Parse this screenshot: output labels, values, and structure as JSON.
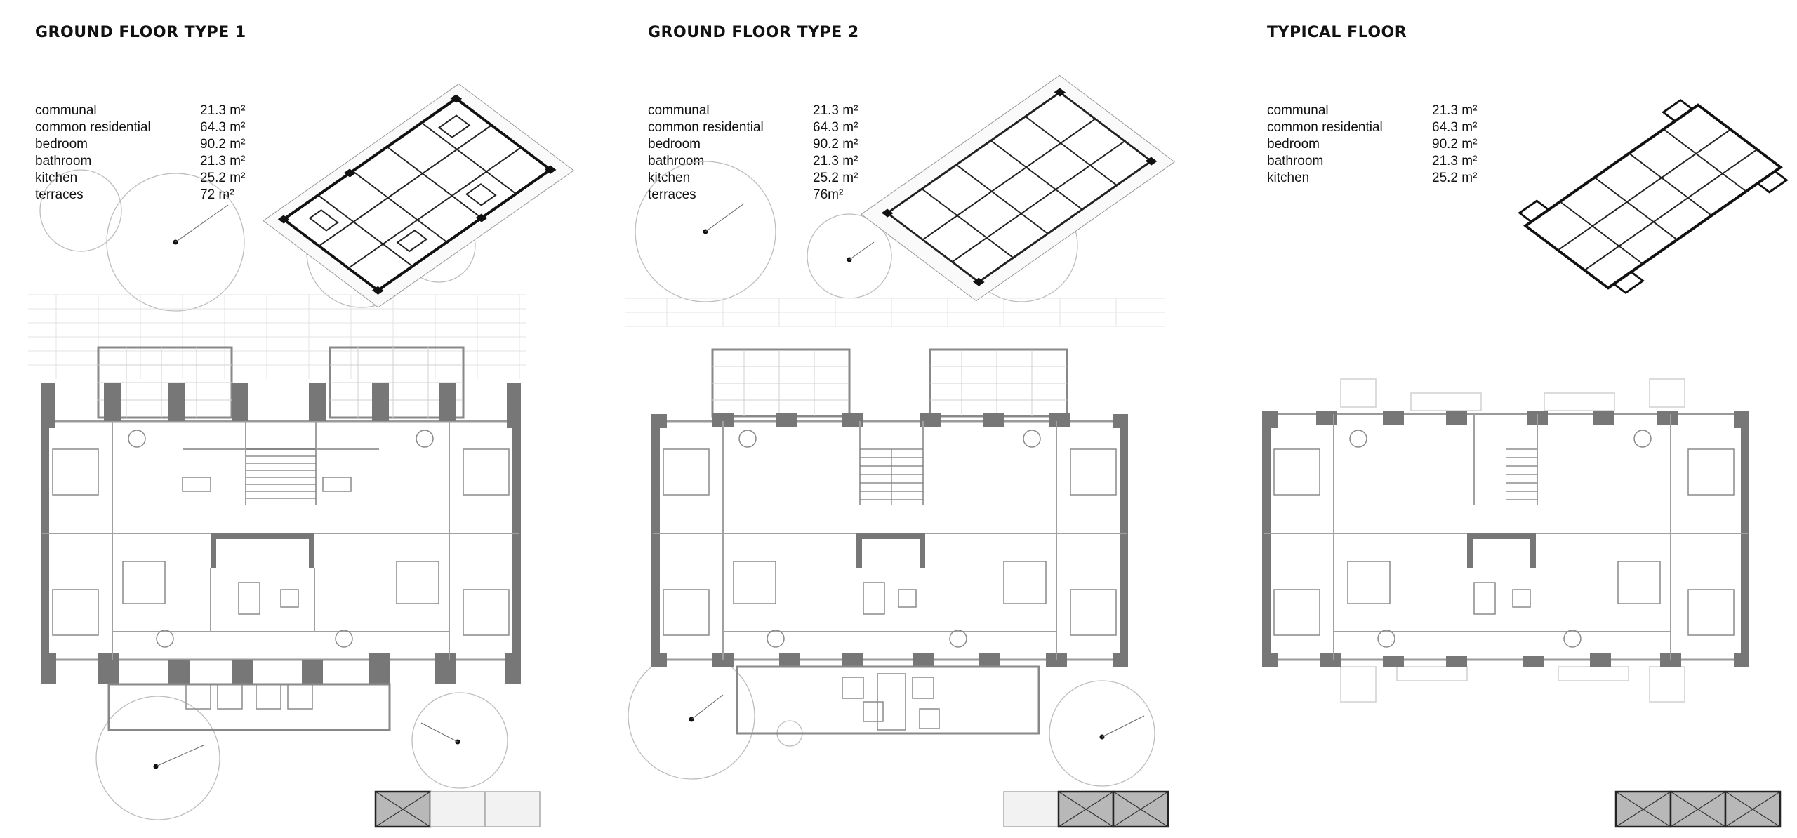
{
  "colors": {
    "wall": "#777777",
    "line": "#8a8a8a",
    "light": "#c8c8c8",
    "ink": "#111111",
    "grid": "#dcdcdc"
  },
  "panels": [
    {
      "title": "GROUND FLOOR TYPE 1",
      "areas": [
        {
          "name": "communal",
          "value": "21.3 m²"
        },
        {
          "name": "common residential",
          "value": "64.3 m²"
        },
        {
          "name": "bedroom",
          "value": "90.2 m²"
        },
        {
          "name": "bathroom",
          "value": "21.3 m²"
        },
        {
          "name": "kitchen",
          "value": "25.2 m²"
        },
        {
          "name": "terraces",
          "value": "72 m²"
        }
      ],
      "key_plan": [
        "active",
        "inactive",
        "inactive"
      ]
    },
    {
      "title": "GROUND FLOOR TYPE 2",
      "areas": [
        {
          "name": "communal",
          "value": "21.3 m²"
        },
        {
          "name": "common residential",
          "value": "64.3 m²"
        },
        {
          "name": "bedroom",
          "value": "90.2 m²"
        },
        {
          "name": "bathroom",
          "value": "21.3 m²"
        },
        {
          "name": "kitchen",
          "value": "25.2 m²"
        },
        {
          "name": "terraces",
          "value": "76m²"
        }
      ],
      "key_plan": [
        "inactive",
        "active",
        "active"
      ]
    },
    {
      "title": "TYPICAL FLOOR",
      "areas": [
        {
          "name": "communal",
          "value": "21.3 m²"
        },
        {
          "name": "common residential",
          "value": "64.3 m²"
        },
        {
          "name": "bedroom",
          "value": "90.2 m²"
        },
        {
          "name": "bathroom",
          "value": "21.3 m²"
        },
        {
          "name": "kitchen",
          "value": "25.2 m²"
        }
      ],
      "key_plan": [
        "active",
        "active",
        "active"
      ]
    }
  ]
}
